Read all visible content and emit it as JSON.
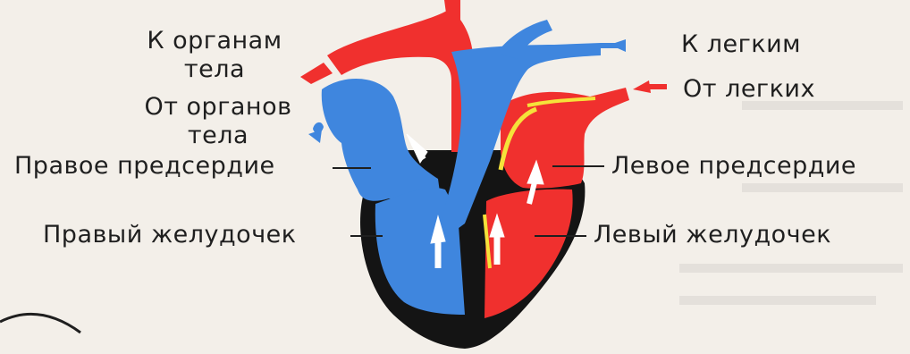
{
  "labels": {
    "to_body_organs": "К органам\nтела",
    "from_body_organs": "От органов\nтела",
    "to_lungs": "К легким",
    "from_lungs": "От легких",
    "right_atrium": "Правое предсердие",
    "right_ventricle": "Правый желудочек",
    "left_atrium": "Левое предсердие",
    "left_ventricle": "Левый желудочек"
  },
  "colors": {
    "venous_blood": "#3f86de",
    "arterial_blood": "#f0302e",
    "heart_wall": "#141414",
    "background": "#f3efe9"
  }
}
